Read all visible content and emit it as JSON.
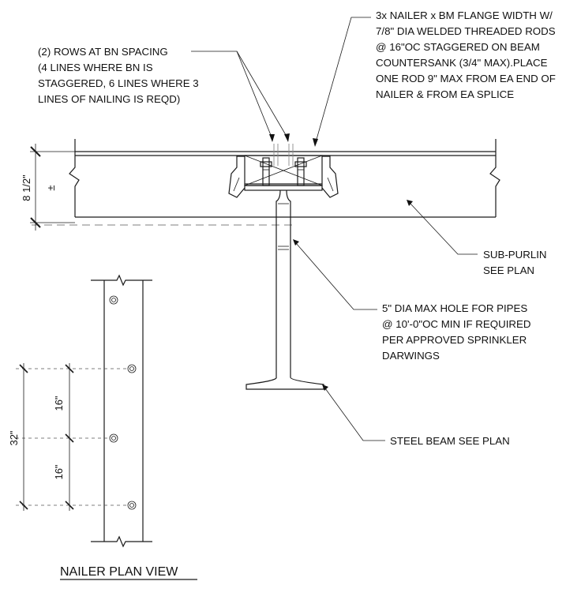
{
  "notes": {
    "nailer": [
      "3x NAILER x BM FLANGE WIDTH W/",
      "7/8\" DIA WELDED THREADED RODS",
      "@ 16\"OC STAGGERED ON BEAM",
      "COUNTERSANK (3/4\" MAX).PLACE",
      "ONE ROD 9\" MAX FROM EA END OF",
      "NAILER & FROM EA SPLICE"
    ],
    "rows": [
      "(2) ROWS AT BN SPACING",
      "(4 LINES WHERE BN IS",
      "STAGGERED, 6 LINES WHERE 3",
      "LINES OF NAILING IS REQD)"
    ],
    "subpurlin": [
      "SUB-PURLIN",
      "SEE PLAN"
    ],
    "hole": [
      "5\" DIA MAX HOLE FOR PIPES",
      "@ 10'-0\"OC MIN IF REQUIRED",
      "PER APPROVED SPRINKLER",
      "DARWINGS"
    ],
    "beam": "STEEL BEAM SEE PLAN"
  },
  "dimensions": {
    "depth": "8 1/2\"",
    "plus_minus": "±",
    "overall": "32\"",
    "spacing_upper": "16\"",
    "spacing_lower": "16\""
  },
  "title": "NAILER PLAN VIEW"
}
